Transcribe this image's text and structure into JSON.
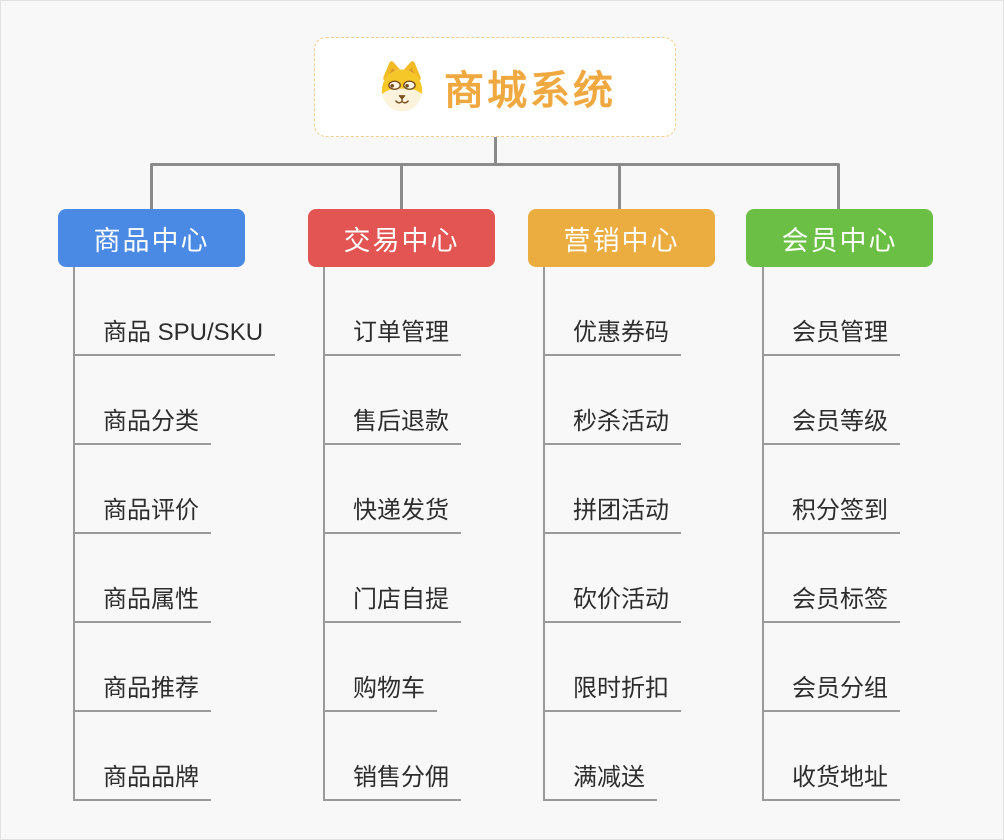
{
  "canvas": {
    "background": "#f8f8f8",
    "connector_color": "#8b8b8b",
    "leaf_line_color": "#9a9a9a",
    "leaf_text_color": "#2d2d2d"
  },
  "root": {
    "title": "商城系统",
    "icon": "dog-face-icon",
    "text_color": "#f0a940",
    "border_color": "#f3cd8e",
    "background": "#ffffff"
  },
  "branches": [
    {
      "label": "商品中心",
      "color": "#4a89e4",
      "children": [
        "商品 SPU/SKU",
        "商品分类",
        "商品评价",
        "商品属性",
        "商品推荐",
        "商品品牌"
      ]
    },
    {
      "label": "交易中心",
      "color": "#e25552",
      "children": [
        "订单管理",
        "售后退款",
        "快递发货",
        "门店自提",
        "购物车",
        "销售分佣"
      ]
    },
    {
      "label": "营销中心",
      "color": "#ebac40",
      "children": [
        "优惠券码",
        "秒杀活动",
        "拼团活动",
        "砍价活动",
        "限时折扣",
        "满减送"
      ]
    },
    {
      "label": "会员中心",
      "color": "#6cbf45",
      "children": [
        "会员管理",
        "会员等级",
        "积分签到",
        "会员标签",
        "会员分组",
        "收货地址"
      ]
    }
  ]
}
